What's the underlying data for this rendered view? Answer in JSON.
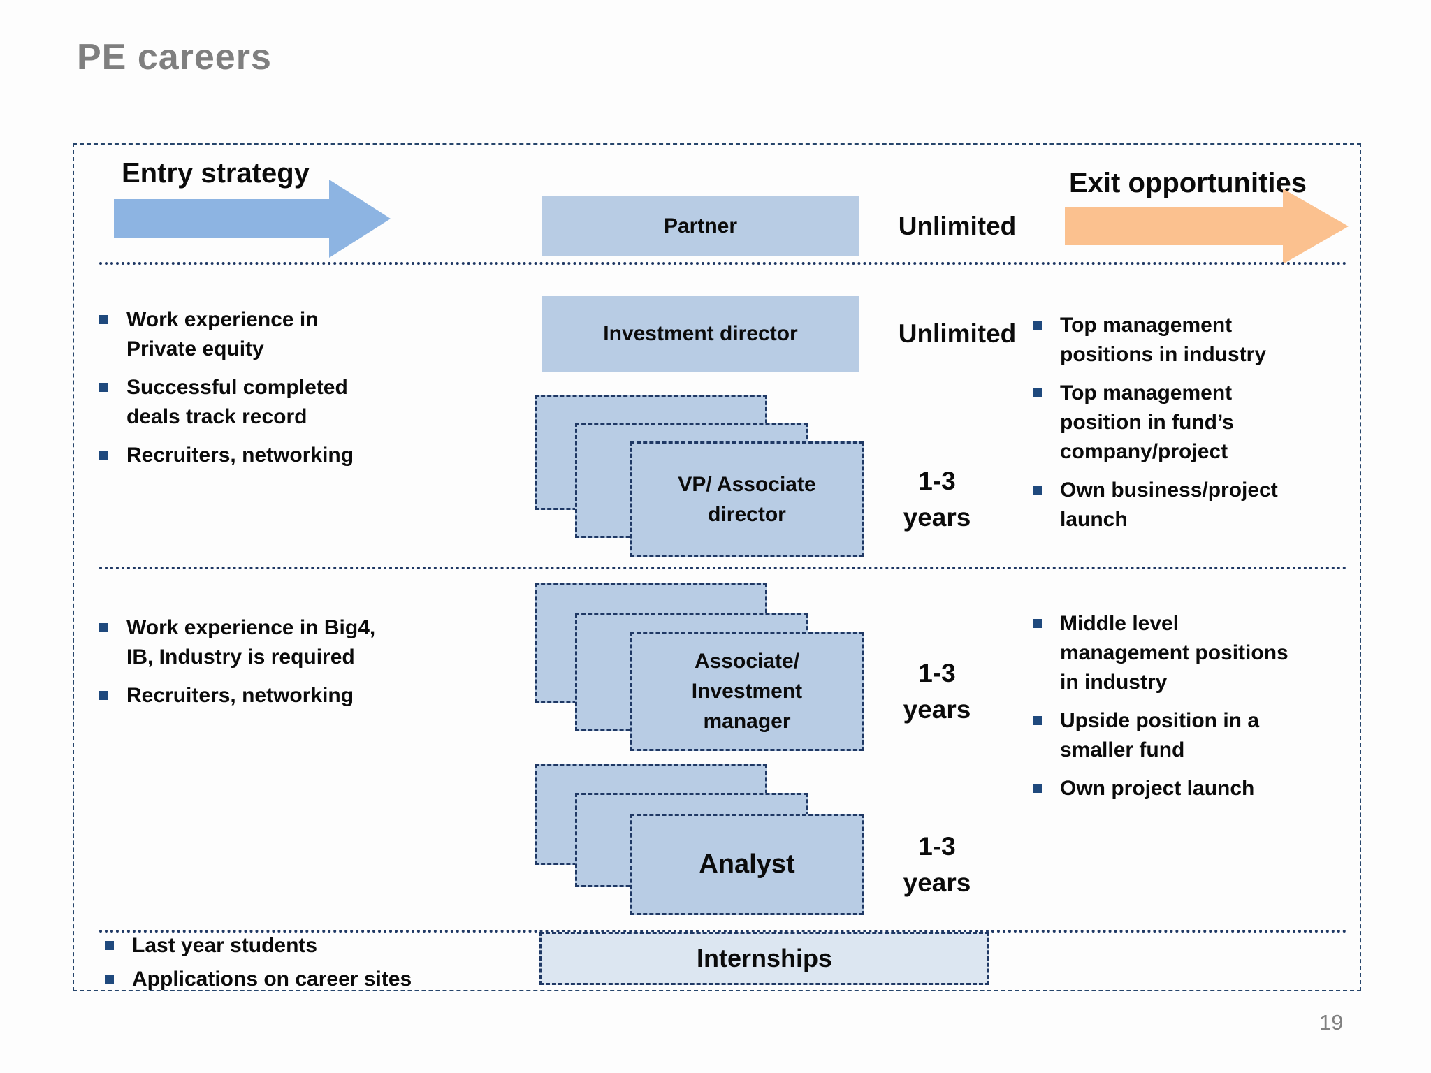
{
  "slide": {
    "title": "PE careers",
    "page_number": "19"
  },
  "header": {
    "entry_label": "Entry strategy",
    "exit_label": "Exit opportunities"
  },
  "colors": {
    "box_fill": "#b8cce4",
    "internship_fill": "#dce6f1",
    "blue_arrow": "#8db4e2",
    "orange_arrow": "#fbc18f",
    "bullet_marker": "#1f497d",
    "dashed_border": "#1f3864",
    "frame_border": "#26456b",
    "title_gray": "#7f7f7f"
  },
  "ladder": {
    "partner": {
      "label": "Partner",
      "tenure": "Unlimited"
    },
    "investment_director": {
      "label": "Investment director",
      "tenure": "Unlimited"
    },
    "vp": {
      "label": "VP/ Associate\ndirector",
      "tenure": "1-3\nyears"
    },
    "associate": {
      "label": "Associate/\nInvestment\nmanager",
      "tenure": "1-3\nyears"
    },
    "analyst": {
      "label": "Analyst",
      "tenure": "1-3\nyears"
    },
    "internships": {
      "label": "Internships"
    }
  },
  "entry_bullets": {
    "senior": [
      "Work experience in\nPrivate equity",
      "Successful completed\ndeals track record",
      "Recruiters, networking"
    ],
    "mid": [
      "Work experience in Big4,\nIB, Industry is required",
      "Recruiters, networking"
    ],
    "junior": [
      "Last year students",
      "Applications on career sites"
    ]
  },
  "exit_bullets": {
    "senior": [
      "Top management\npositions in industry",
      "Top management\nposition in fund’s\ncompany/project",
      "Own business/project\nlaunch"
    ],
    "mid": [
      "Middle level\nmanagement positions\nin industry",
      "Upside position in a\nsmaller fund",
      "Own project launch"
    ]
  }
}
